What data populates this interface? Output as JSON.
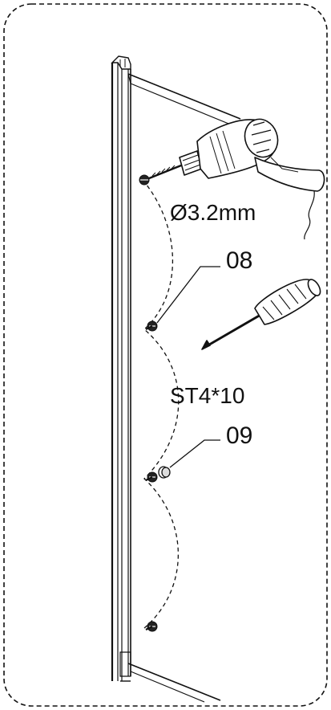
{
  "labels": {
    "drill_bit_size": "Ø3.2mm",
    "part_screw": "08",
    "screw_spec": "ST4*10",
    "part_cap": "09"
  },
  "colors": {
    "line": "#111111",
    "background": "#ffffff"
  },
  "icons": [
    "power-drill-icon",
    "screwdriver-icon",
    "screw-icon",
    "screw-cap-icon",
    "door-frame-profile"
  ]
}
